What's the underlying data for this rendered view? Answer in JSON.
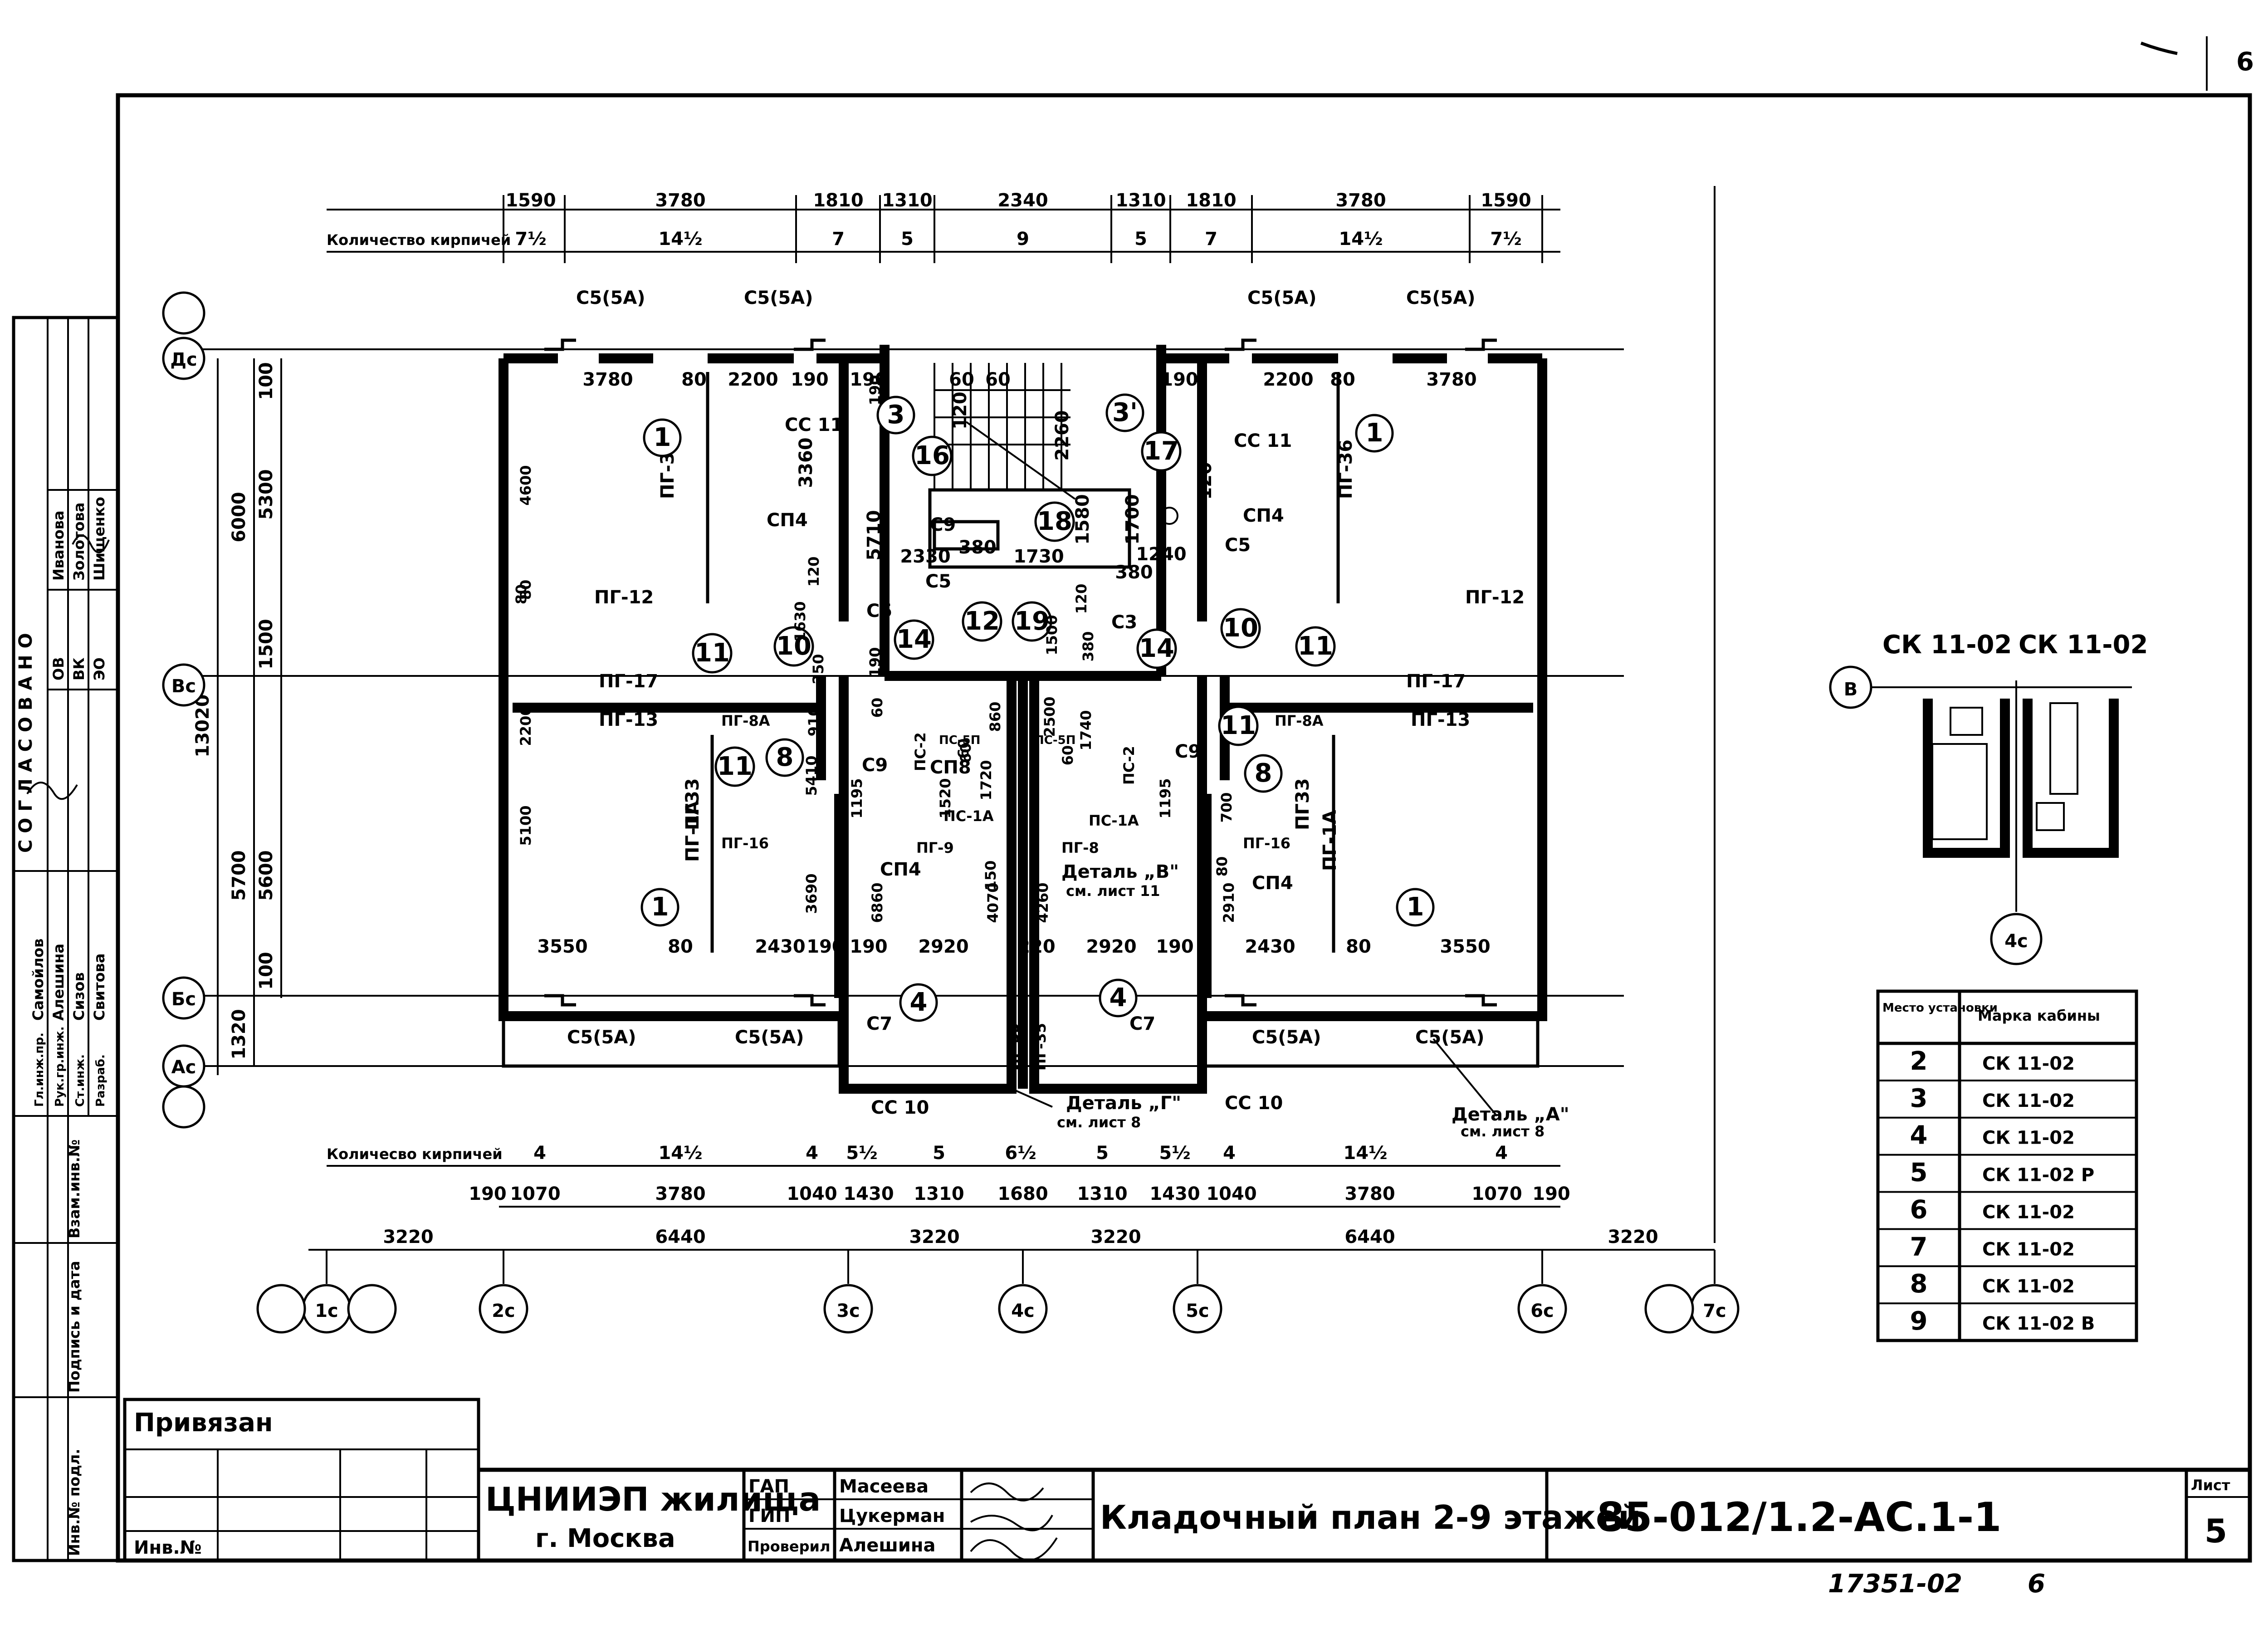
{
  "page_number_corner": "6",
  "bricks_label_top": "Количество кирпичей",
  "bricks_label_bottom": "Количесво кирпичей",
  "top_dims": [
    "1590",
    "3780",
    "1810",
    "1310",
    "2340",
    "1310",
    "1810",
    "3780",
    "1590"
  ],
  "top_bricks": [
    "7½",
    "14½",
    "7",
    "5",
    "9",
    "5",
    "7",
    "14½",
    "7½"
  ],
  "bottom_bricks": [
    "4",
    "14½",
    "4",
    "5½",
    "5",
    "6½",
    "5",
    "5½",
    "4",
    "14½",
    "4"
  ],
  "bottom_dims_1": [
    "190",
    "1070",
    "3780",
    "1040",
    "1430",
    "1310",
    "1680",
    "1310",
    "1430",
    "1040",
    "3780",
    "1070",
    "190"
  ],
  "bottom_dims_2": [
    "3220",
    "6440",
    "3220",
    "3220",
    "6440",
    "3220"
  ],
  "axes_bottom": [
    "1с",
    "2с",
    "3с",
    "4с",
    "5с",
    "6с",
    "7с"
  ],
  "axes_left": [
    "Дс",
    "Вс",
    "Бс",
    "Ас"
  ],
  "left_dims": [
    "6000",
    "5300",
    "100",
    "1500",
    "13020",
    "5700",
    "5600",
    "100",
    "1320"
  ],
  "marks": {
    "c5": "С5(5А)",
    "cc11": "СС 11",
    "cc10": "СС 10",
    "cn4": "СП4",
    "c5s": "С5",
    "c7": "С7",
    "c9": "С9",
    "c3": "С3",
    "cn8": "СП8",
    "pg36": "ПГ-36",
    "pg12": "ПГ-12",
    "pg17": "ПГ-17",
    "pg13": "ПГ-13",
    "pg8a": "ПГ-8А",
    "pg16": "ПГ-16",
    "pg33": "ПГ33",
    "pg1a": "ПГ-1А",
    "pg9": "ПГ-9",
    "pg8": "ПГ-8",
    "pg35": "ПГ-35",
    "ps2": "ПС-2",
    "ps5p": "ПС-5П",
    "ps1a": "ПС-1А",
    "detail_v": "Деталь „В\"",
    "detail_v_ref": "см. лист 11",
    "detail_g": "Деталь „Г\"",
    "detail_g_ref": "см. лист 8",
    "detail_a": "Деталь „А\"",
    "detail_a_ref": "см. лист 8"
  },
  "room_bubbles": [
    "1",
    "1",
    "1",
    "1",
    "3",
    "3'",
    "16",
    "17",
    "18",
    "12",
    "19",
    "10",
    "10",
    "11",
    "11",
    "11",
    "11",
    "14",
    "14",
    "8",
    "8",
    "4",
    "4"
  ],
  "plan_dims": {
    "top_row": [
      "3780",
      "80",
      "2200",
      "190",
      "190",
      "60",
      "60",
      "190",
      "2200",
      "80",
      "3780"
    ],
    "stair": [
      "2330",
      "380",
      "1730",
      "1580",
      "1700",
      "1240",
      "380",
      "5710",
      "3360",
      "2260",
      "120",
      "120"
    ],
    "bottom_row": [
      "3550",
      "80",
      "2430",
      "190",
      "190",
      "2920",
      "220",
      "2920",
      "190",
      "2430",
      "80",
      "3550"
    ],
    "verticals": [
      "4600",
      "80",
      "2200",
      "5100",
      "3690",
      "6860",
      "4070",
      "4260",
      "2910",
      "2500",
      "1740",
      "860",
      "1720",
      "1630",
      "910",
      "5410",
      "1195",
      "1520",
      "1195",
      "150",
      "700",
      "80",
      "60",
      "60",
      "60",
      "250",
      "190",
      "190",
      "120",
      "1500",
      "120",
      "380",
      "80",
      "60"
    ]
  },
  "cabin": {
    "title_1": "СК 11-02",
    "title_2": "СК 11-02",
    "axis_top": "В",
    "axis_bottom": "4с"
  },
  "cabin_table": {
    "col1": "Место установки",
    "col2": "Марка кабины",
    "rows": [
      {
        "place": "2",
        "mark": "СК 11-02"
      },
      {
        "place": "3",
        "mark": "СК 11-02"
      },
      {
        "place": "4",
        "mark": "СК 11-02"
      },
      {
        "place": "5",
        "mark": "СК 11-02 Р"
      },
      {
        "place": "6",
        "mark": "СК 11-02"
      },
      {
        "place": "7",
        "mark": "СК 11-02"
      },
      {
        "place": "8",
        "mark": "СК 11-02"
      },
      {
        "place": "9",
        "mark": "СК 11-02 В"
      }
    ]
  },
  "left_strip": {
    "agreed": "С О Г Л А С О В А Н О",
    "rows": [
      {
        "dept": "ОВ",
        "name": "Иванова"
      },
      {
        "dept": "ВК",
        "name": "Золотова"
      },
      {
        "dept": "ЭО",
        "name": "Шищенко"
      }
    ],
    "staff": [
      {
        "role": "Гл.инж.пр.",
        "name": "Самойлов"
      },
      {
        "role": "Рук.гр.инж.",
        "name": "Алешина"
      },
      {
        "role": "Ст.инж.",
        "name": "Сизов"
      },
      {
        "role": "Разраб.",
        "name": "Свитова"
      }
    ],
    "stamp_labels": [
      "Взам.инв.№",
      "Подпись и дата",
      "Инв.№ подл."
    ]
  },
  "title_block": {
    "bound": "Привязан",
    "inv": "Инв.№",
    "org_1": "ЦНИИЭП жилища",
    "org_2": "г. Москва",
    "roles": [
      {
        "role": "ГАП",
        "name": "Масеева"
      },
      {
        "role": "ГИП",
        "name": "Цукерман"
      },
      {
        "role": "Проверил",
        "name": "Алешина"
      }
    ],
    "title": "Кладочный план 2-9 этажей",
    "code": "85-012/1.2-АС.1-1",
    "sheet_label": "Лист",
    "sheet": "5"
  },
  "footer_number": "17351-02",
  "footer_page": "6"
}
